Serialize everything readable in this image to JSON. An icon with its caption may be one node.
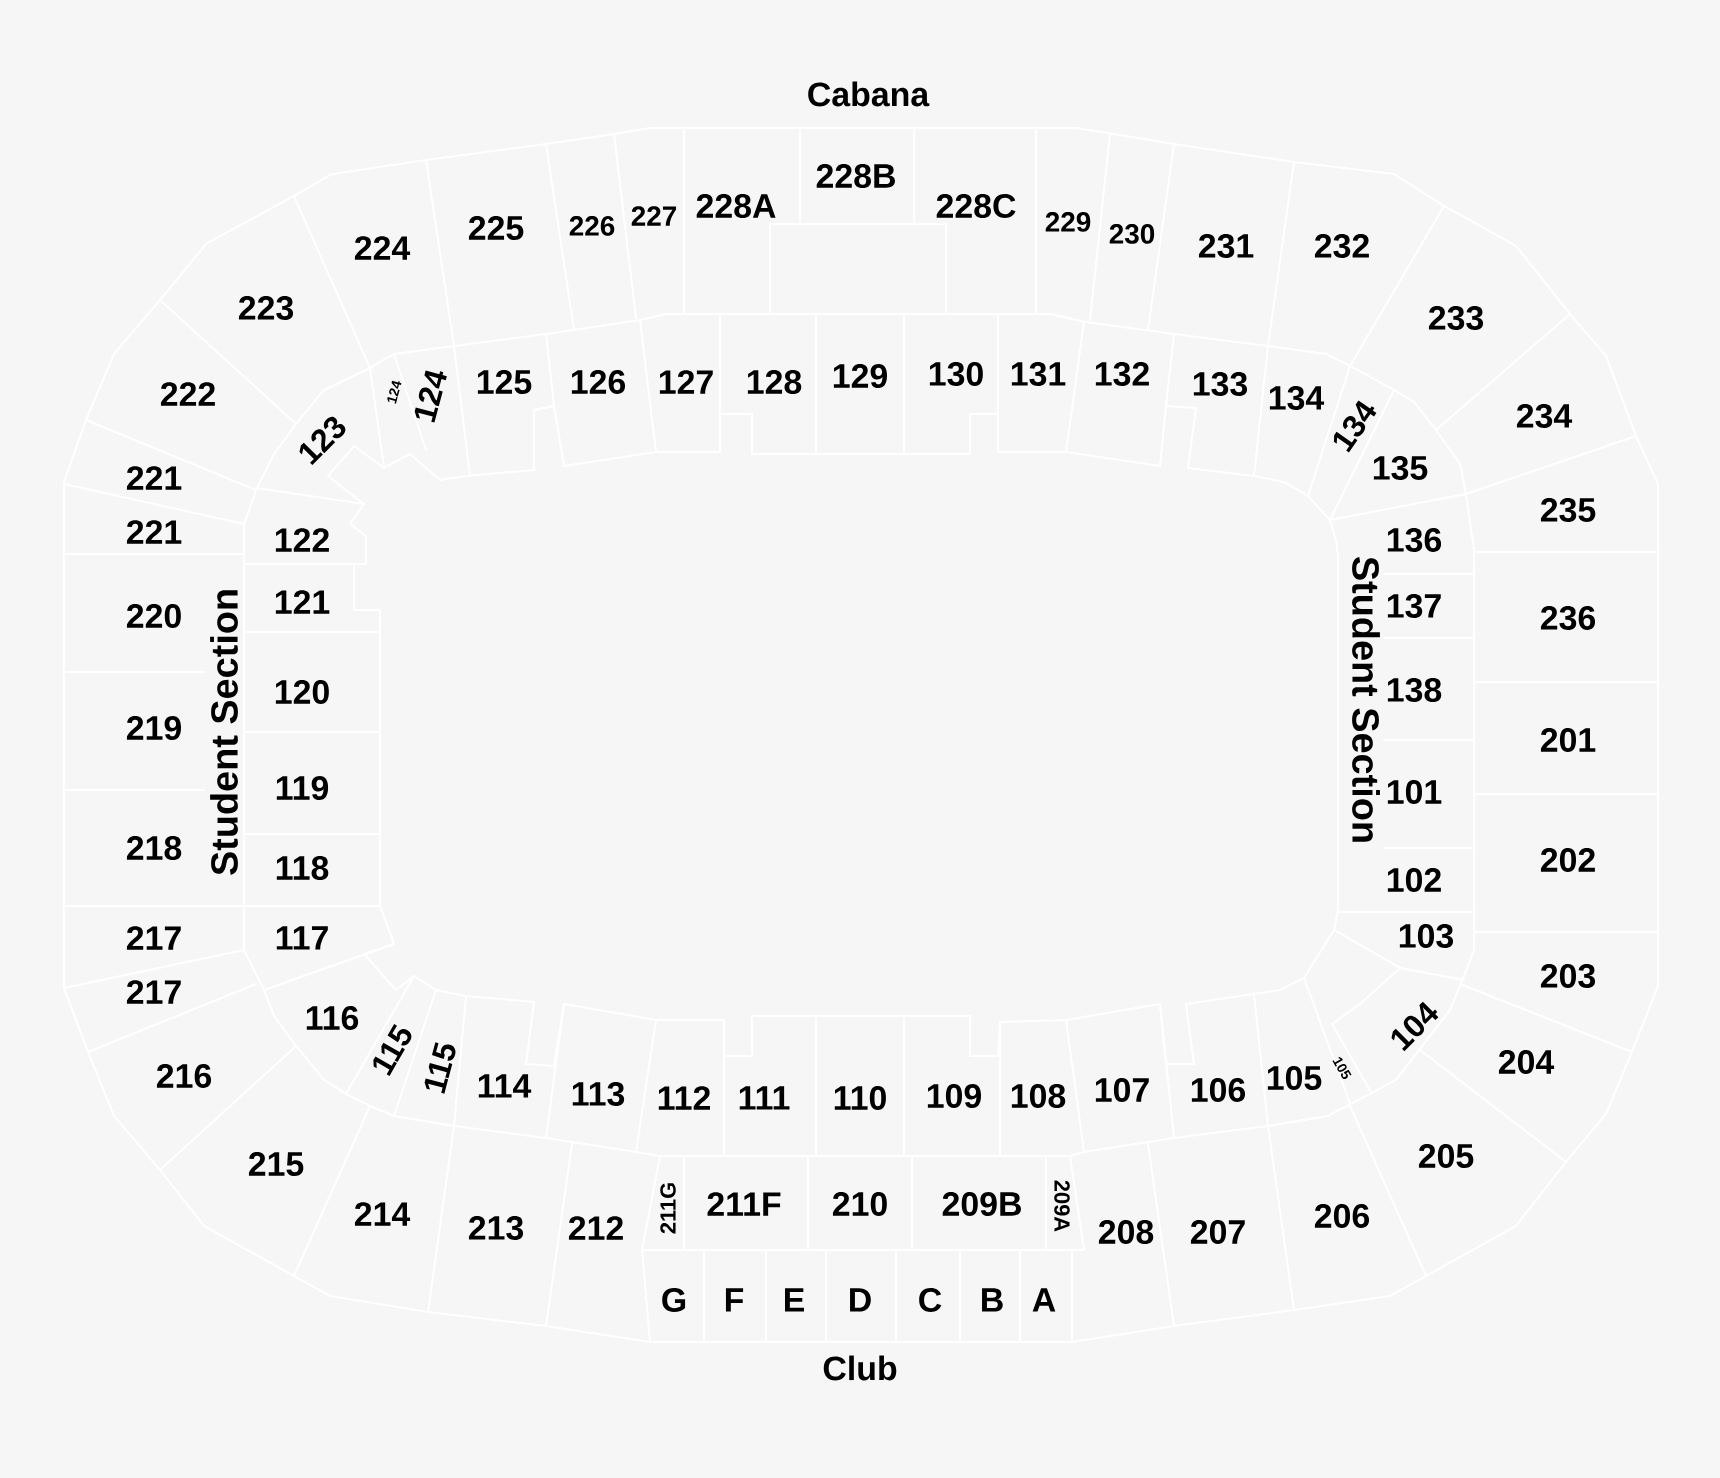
{
  "diagram": {
    "labels": [
      "Cabana",
      "224",
      "225",
      "226",
      "227",
      "228A",
      "228B",
      "228C",
      "229",
      "230",
      "231",
      "232",
      "223",
      "233",
      "222",
      "123",
      "124",
      "124",
      "125",
      "126",
      "127",
      "128",
      "129",
      "130",
      "131",
      "132",
      "133",
      "134",
      "134",
      "234",
      "221",
      "135",
      "235",
      "221",
      "122",
      "136",
      "220",
      "121",
      "137",
      "236",
      "219",
      "Student Section",
      "120",
      "138",
      "Student Section",
      "201",
      "119",
      "101",
      "218",
      "118",
      "102",
      "202",
      "217",
      "117",
      "103",
      "203",
      "217",
      "116",
      "115",
      "115",
      "114",
      "113",
      "112",
      "111",
      "110",
      "109",
      "108",
      "107",
      "106",
      "105",
      "105",
      "104",
      "204",
      "216",
      "215",
      "205",
      "214",
      "213",
      "212",
      "211G",
      "211F",
      "210",
      "209B",
      "209A",
      "208",
      "207",
      "206",
      "G",
      "F",
      "E",
      "D",
      "C",
      "B",
      "A",
      "Club"
    ]
  }
}
